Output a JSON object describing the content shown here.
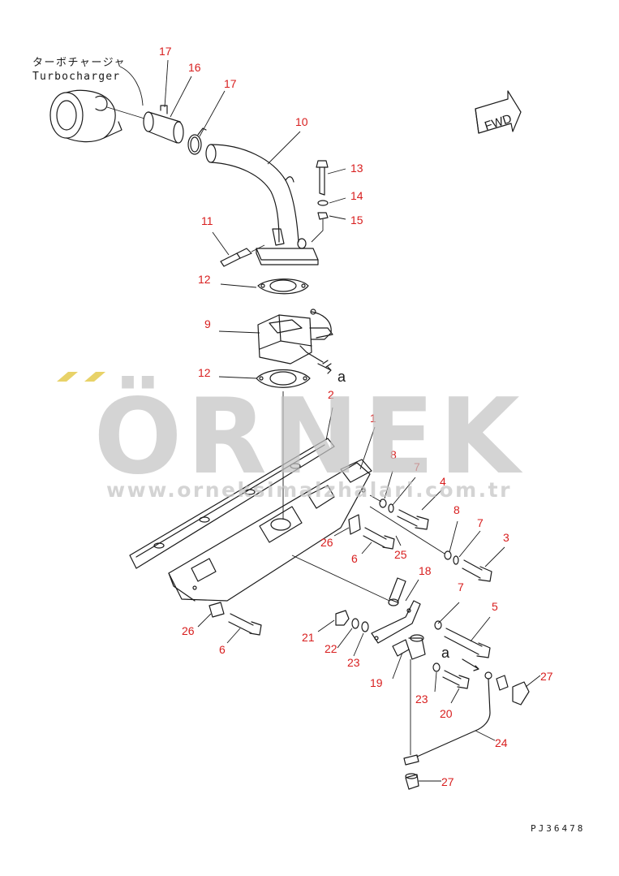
{
  "turbocharger_label_jp": "ターボチャージャ",
  "turbocharger_label_en": "Turbocharger",
  "fwd_label": "FWD",
  "drawing_code": "PJ36478",
  "watermark": {
    "brand": "ÖRNEK",
    "url": "www.orneksimalzhalari.com.tr",
    "color": "#c4c4c4"
  },
  "callout_color": "#d81e1e",
  "detail_marker": "a",
  "callouts": [
    {
      "id": "c17a",
      "label": "17"
    },
    {
      "id": "c16",
      "label": "16"
    },
    {
      "id": "c17b",
      "label": "17"
    },
    {
      "id": "c10",
      "label": "10"
    },
    {
      "id": "c13",
      "label": "13"
    },
    {
      "id": "c14",
      "label": "14"
    },
    {
      "id": "c15",
      "label": "15"
    },
    {
      "id": "c11",
      "label": "11"
    },
    {
      "id": "c12a",
      "label": "12"
    },
    {
      "id": "c9",
      "label": "9"
    },
    {
      "id": "c12b",
      "label": "12"
    },
    {
      "id": "c2",
      "label": "2"
    },
    {
      "id": "c1",
      "label": "1"
    },
    {
      "id": "c8a",
      "label": "8"
    },
    {
      "id": "c7a",
      "label": "7"
    },
    {
      "id": "c4",
      "label": "4"
    },
    {
      "id": "c8b",
      "label": "8"
    },
    {
      "id": "c7b",
      "label": "7"
    },
    {
      "id": "c3",
      "label": "3"
    },
    {
      "id": "c26a",
      "label": "26"
    },
    {
      "id": "c6a",
      "label": "6"
    },
    {
      "id": "c25",
      "label": "25"
    },
    {
      "id": "c18",
      "label": "18"
    },
    {
      "id": "c7c",
      "label": "7"
    },
    {
      "id": "c5",
      "label": "5"
    },
    {
      "id": "c26b",
      "label": "26"
    },
    {
      "id": "c6b",
      "label": "6"
    },
    {
      "id": "c21",
      "label": "21"
    },
    {
      "id": "c22",
      "label": "22"
    },
    {
      "id": "c23a",
      "label": "23"
    },
    {
      "id": "c19",
      "label": "19"
    },
    {
      "id": "c23b",
      "label": "23"
    },
    {
      "id": "c20",
      "label": "20"
    },
    {
      "id": "c27a",
      "label": "27"
    },
    {
      "id": "c24",
      "label": "24"
    },
    {
      "id": "c27b",
      "label": "27"
    }
  ]
}
